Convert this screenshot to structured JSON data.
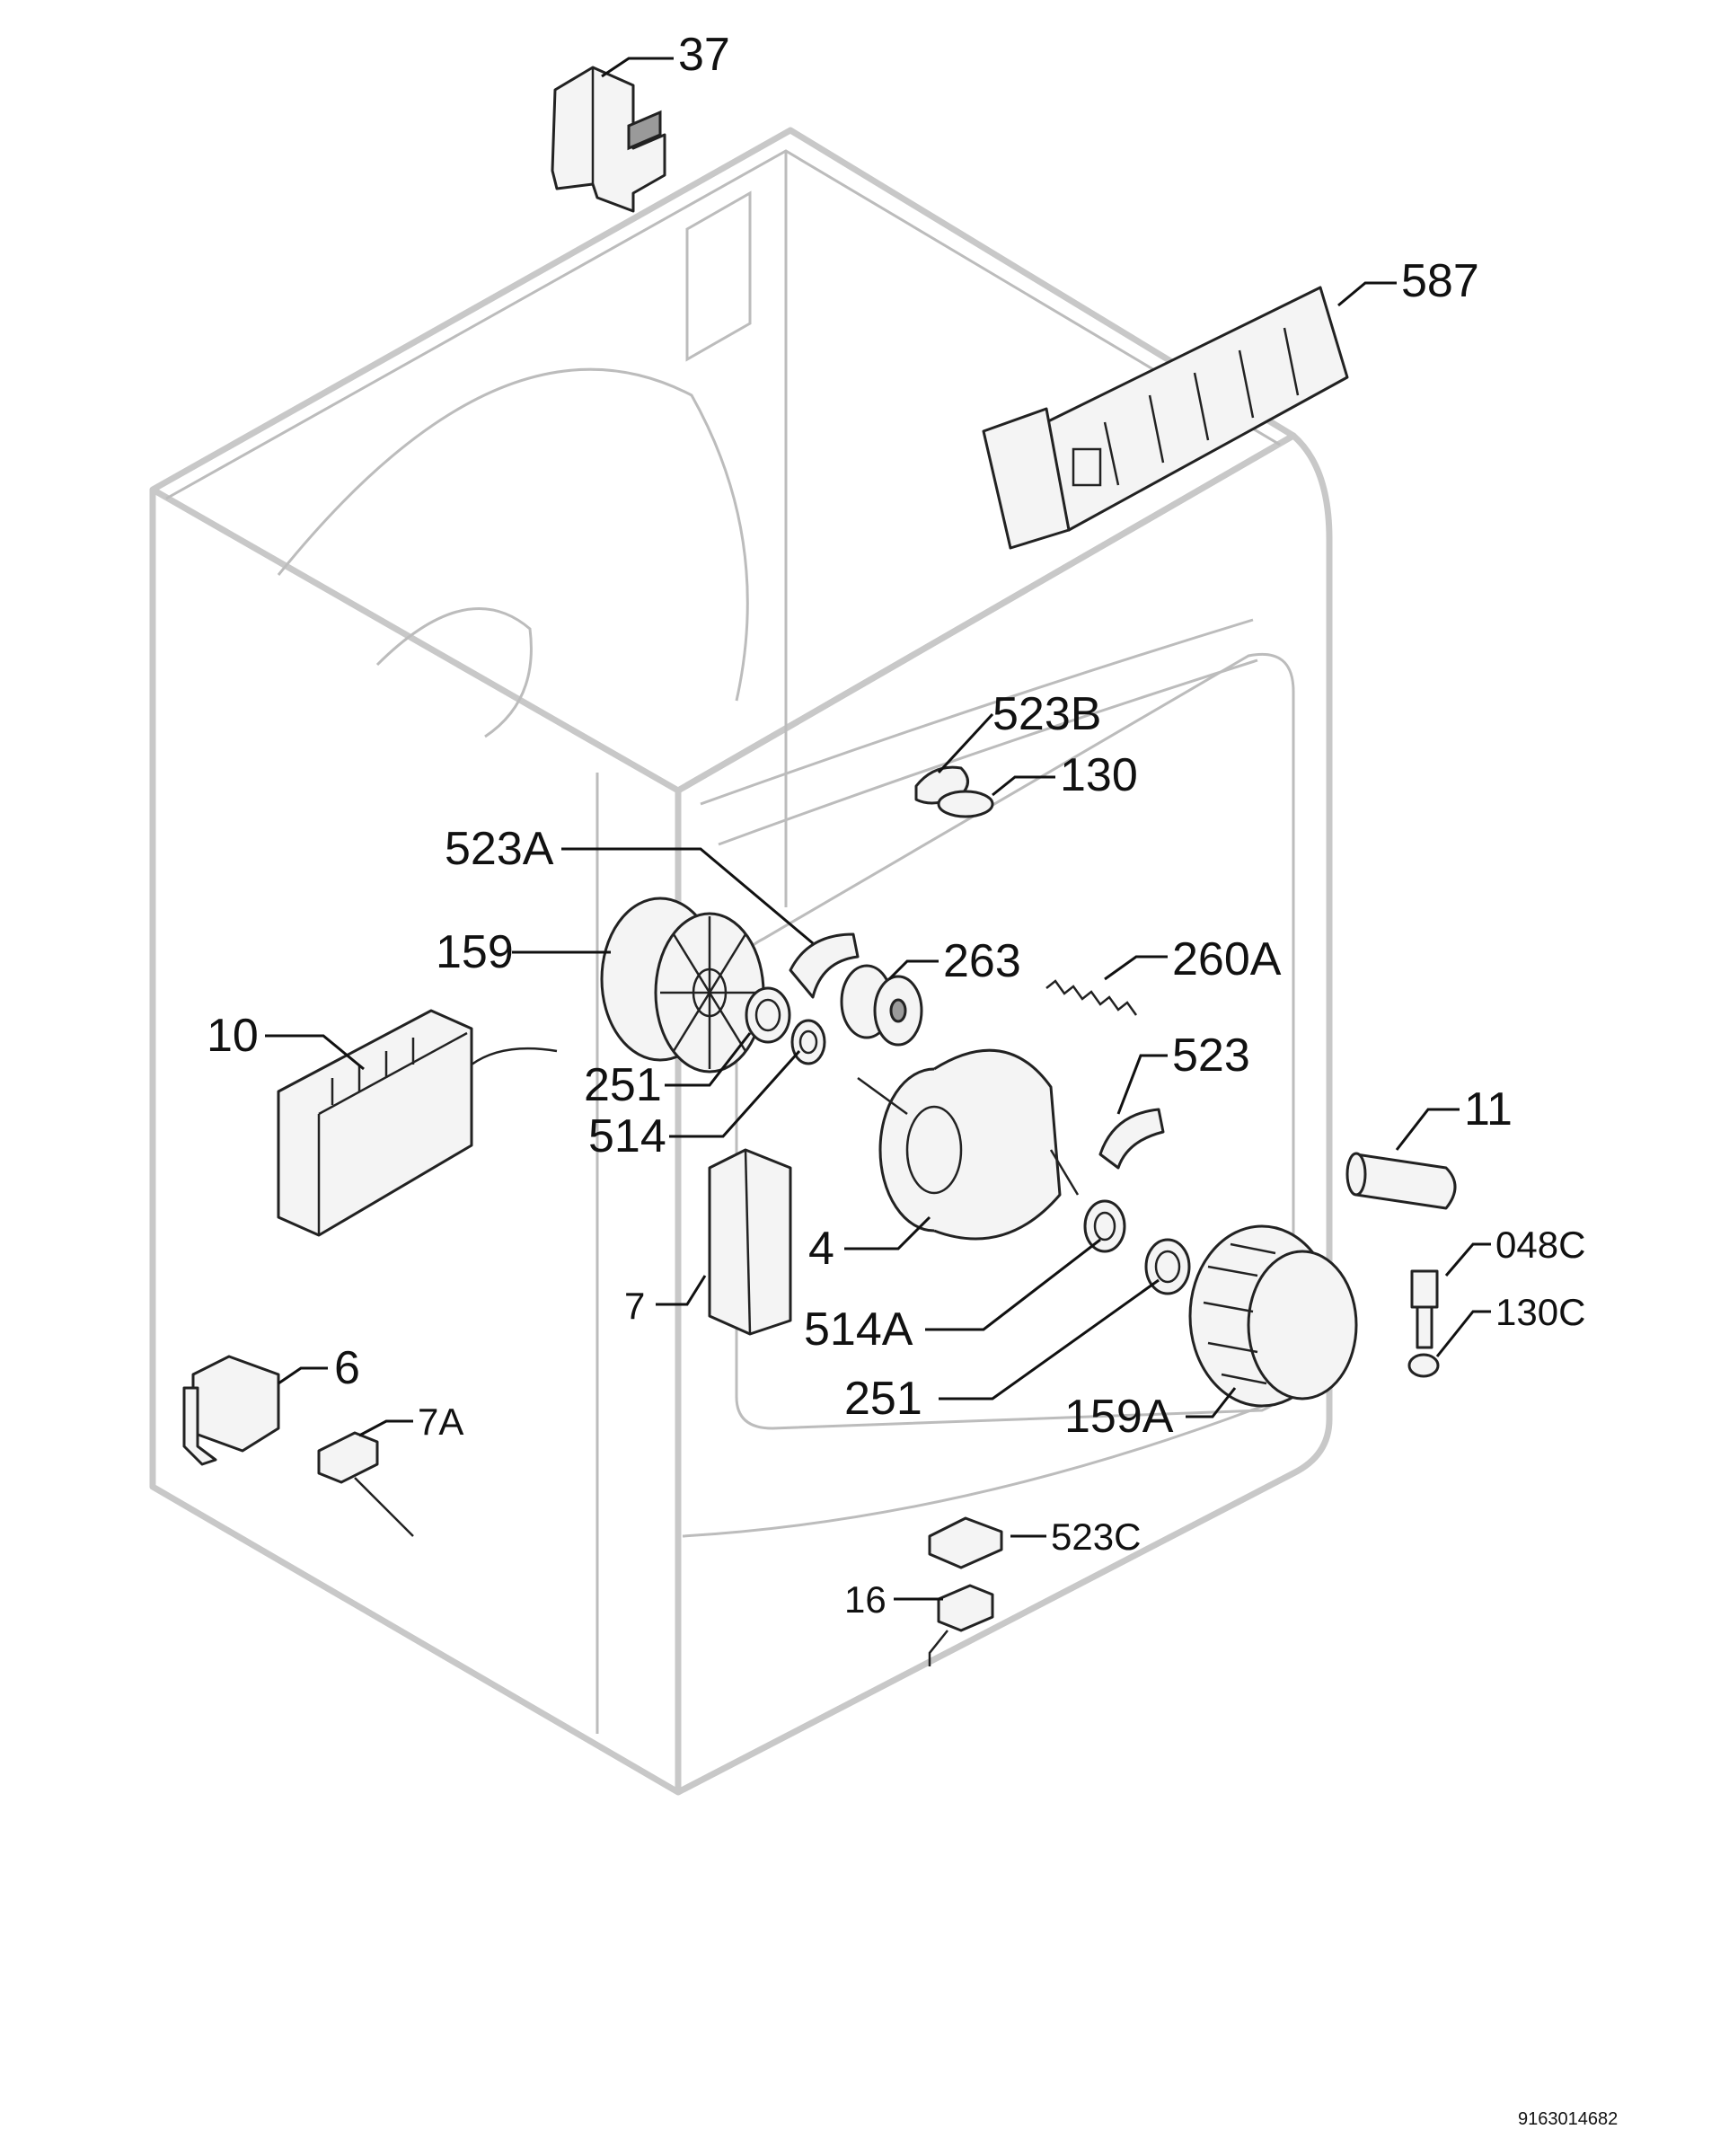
{
  "diagram_number": "9163014682",
  "callouts": [
    {
      "id": "c37",
      "text": "37"
    },
    {
      "id": "c587",
      "text": "587"
    },
    {
      "id": "c523B",
      "text": "523B"
    },
    {
      "id": "c130",
      "text": "130"
    },
    {
      "id": "c523A",
      "text": "523A"
    },
    {
      "id": "c159",
      "text": "159"
    },
    {
      "id": "c263",
      "text": "263"
    },
    {
      "id": "c260A",
      "text": "260A"
    },
    {
      "id": "c10",
      "text": "10"
    },
    {
      "id": "c251a",
      "text": "251"
    },
    {
      "id": "c514",
      "text": "514"
    },
    {
      "id": "c523",
      "text": "523"
    },
    {
      "id": "c11",
      "text": "11"
    },
    {
      "id": "c4",
      "text": "4"
    },
    {
      "id": "c048C",
      "text": "048C"
    },
    {
      "id": "c7",
      "text": "7"
    },
    {
      "id": "c130C",
      "text": "130C"
    },
    {
      "id": "c514A",
      "text": "514A"
    },
    {
      "id": "c6",
      "text": "6"
    },
    {
      "id": "c251b",
      "text": "251"
    },
    {
      "id": "c159A",
      "text": "159A"
    },
    {
      "id": "c7A",
      "text": "7A"
    },
    {
      "id": "c523C",
      "text": "523C"
    },
    {
      "id": "c16",
      "text": "16"
    }
  ]
}
